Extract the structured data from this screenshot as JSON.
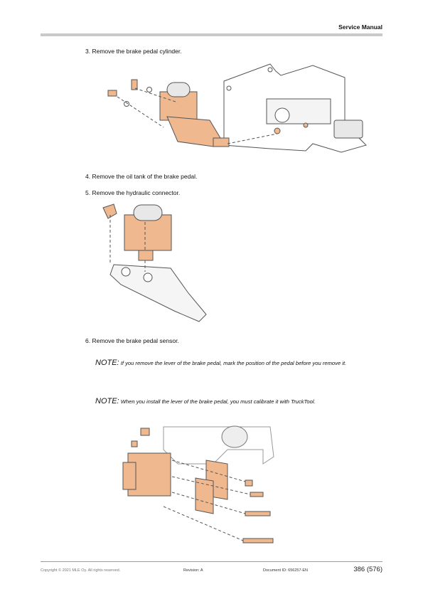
{
  "header": {
    "title": "Service Manual"
  },
  "steps": {
    "s3": "3. Remove the brake pedal cylinder.",
    "s4": "4. Remove the oil tank of the brake pedal.",
    "s5": "5. Remove the hydraulic connector.",
    "s6": "6. Remove the brake pedal sensor."
  },
  "notes": [
    {
      "label": "NOTE:",
      "text": "If you remove the lever of the brake pedal, mark the position of the pedal before you remove it."
    },
    {
      "label": "NOTE:",
      "text": "When you install the lever of the brake pedal, you must calibrate it with TruckTool."
    }
  ],
  "colors": {
    "part_highlight": "#f0b88e",
    "rule": "#c9c9c9"
  },
  "footer": {
    "copyright": "Copyright © 2021 MLE Oy. All rights reserved.",
    "revision": "Revision: A",
    "document_id": "Document ID: 656257-EN",
    "page": "386 (576)"
  }
}
